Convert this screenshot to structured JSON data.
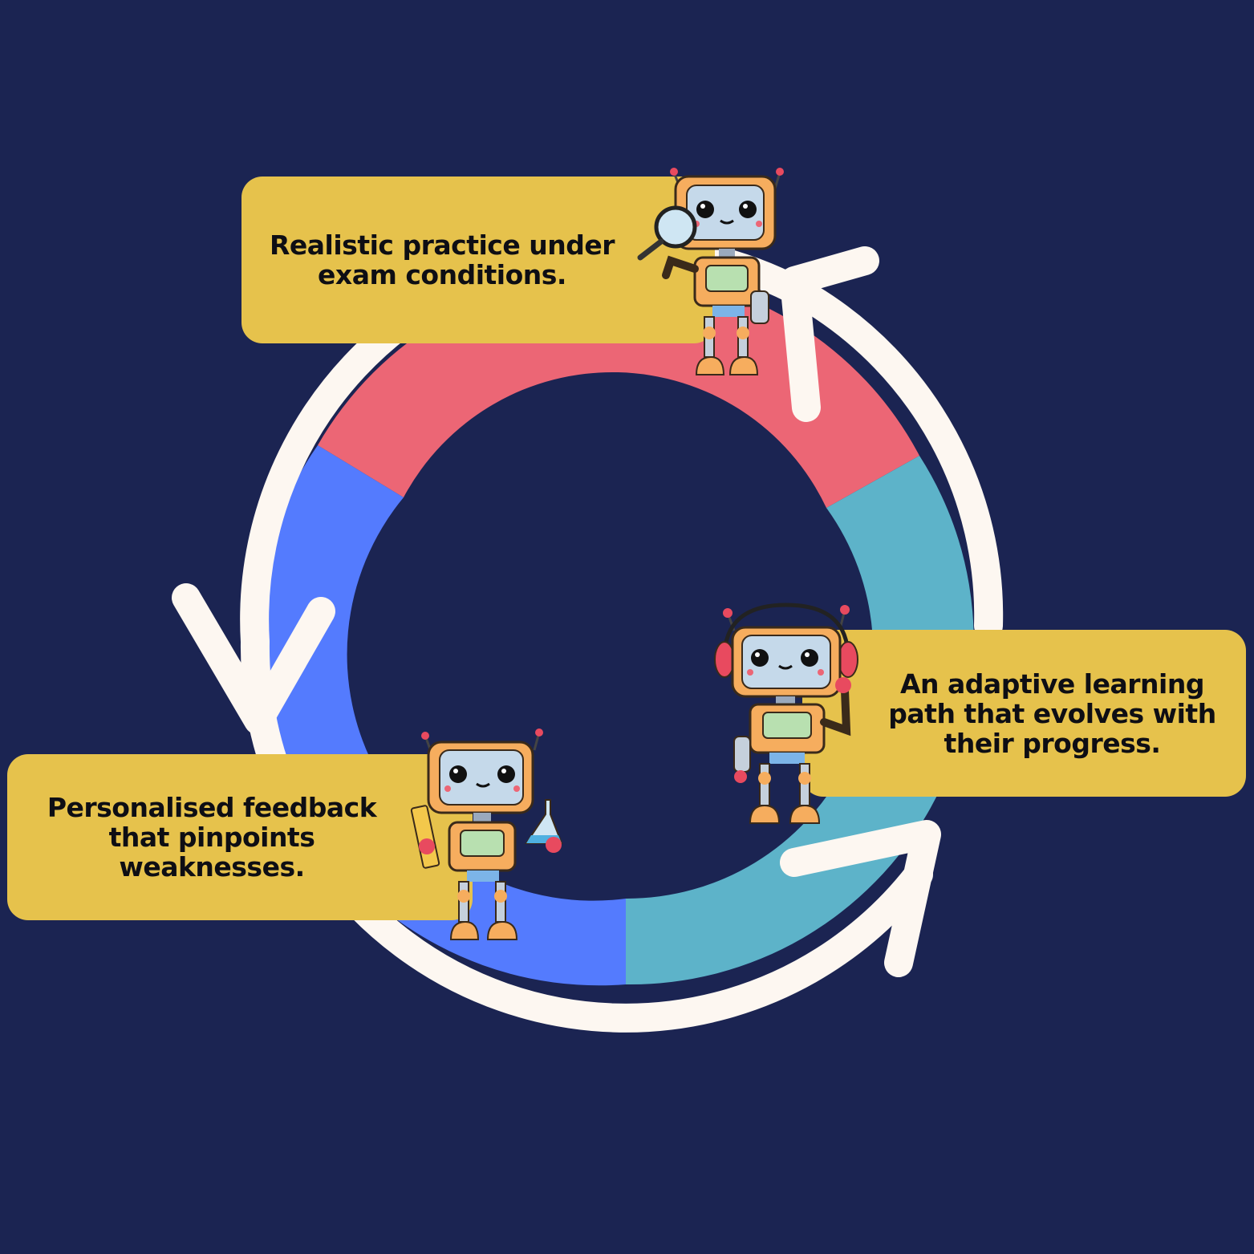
{
  "colors": {
    "background": "#1b2452",
    "ring_red": "#ec6675",
    "ring_teal": "#5db3c9",
    "ring_blue": "#547bfe",
    "arrow": "#fdf7f1",
    "card": "#e6c24c"
  },
  "cards": {
    "top": {
      "text": "Realistic practice under\nexam conditions."
    },
    "right": {
      "text": "An adaptive learning\npath that evolves with\ntheir progress."
    },
    "left": {
      "text": "Personalised feedback\nthat pinpoints\nweaknesses."
    }
  },
  "icons": {
    "top_robot": "robot-with-magnifying-glass-icon",
    "right_robot": "robot-with-headphones-icon",
    "left_robot": "robot-with-ruler-and-flask-icon"
  }
}
